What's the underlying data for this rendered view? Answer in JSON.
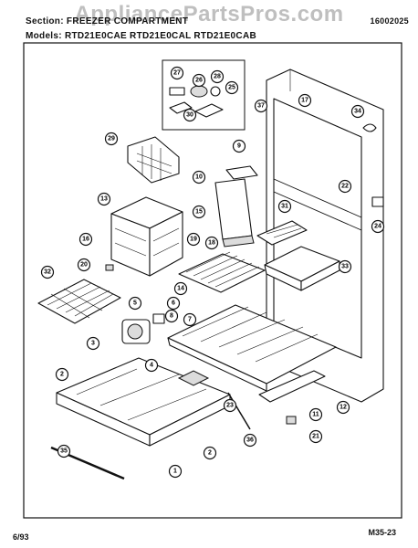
{
  "header": {
    "section": "Section: FREEZER COMPARTMENT",
    "ref": "16002025",
    "models": "Models: RTD21E0CAE  RTD21E0CAL  RTD21E0CAB"
  },
  "watermark": "AppliancePartsPros.com",
  "footer": {
    "date": "6/93",
    "page": "M35-23"
  },
  "callouts": [
    "1",
    "2",
    "3",
    "4",
    "5",
    "6",
    "7",
    "8",
    "9",
    "10",
    "11",
    "12",
    "13",
    "14",
    "15",
    "16",
    "17",
    "18",
    "19",
    "20",
    "21",
    "22",
    "23",
    "24",
    "25",
    "26",
    "27",
    "28",
    "29",
    "30",
    "31",
    "32",
    "33",
    "34",
    "35",
    "36",
    "37"
  ]
}
